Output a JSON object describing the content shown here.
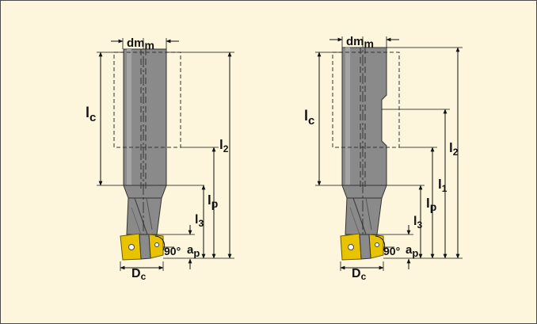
{
  "background_color": "#fdf5dc",
  "body_color": "#8a8a8a",
  "insert_color": "#e8c400",
  "line_color": "#111111",
  "tools": [
    {
      "name": "left-tool",
      "labels": {
        "dm": {
          "main": "dm",
          "sub": "m"
        },
        "lc": {
          "main": "l",
          "sub": "c"
        },
        "l2": {
          "main": "l",
          "sub": "2"
        },
        "lp": {
          "main": "l",
          "sub": "p"
        },
        "l3": {
          "main": "l",
          "sub": "3"
        },
        "angle": "90°",
        "ap": {
          "main": "a",
          "sub": "p"
        },
        "Dc": {
          "main": "D",
          "sub": "c"
        }
      }
    },
    {
      "name": "right-tool",
      "labels": {
        "dm": {
          "main": "dm",
          "sub": "m"
        },
        "lc": {
          "main": "l",
          "sub": "c"
        },
        "l2": {
          "main": "l",
          "sub": "2"
        },
        "l1": {
          "main": "l",
          "sub": "1"
        },
        "lp": {
          "main": "l",
          "sub": "p"
        },
        "l3": {
          "main": "l",
          "sub": "3"
        },
        "angle": "90°",
        "ap": {
          "main": "a",
          "sub": "p"
        },
        "Dc": {
          "main": "D",
          "sub": "c"
        }
      }
    }
  ]
}
